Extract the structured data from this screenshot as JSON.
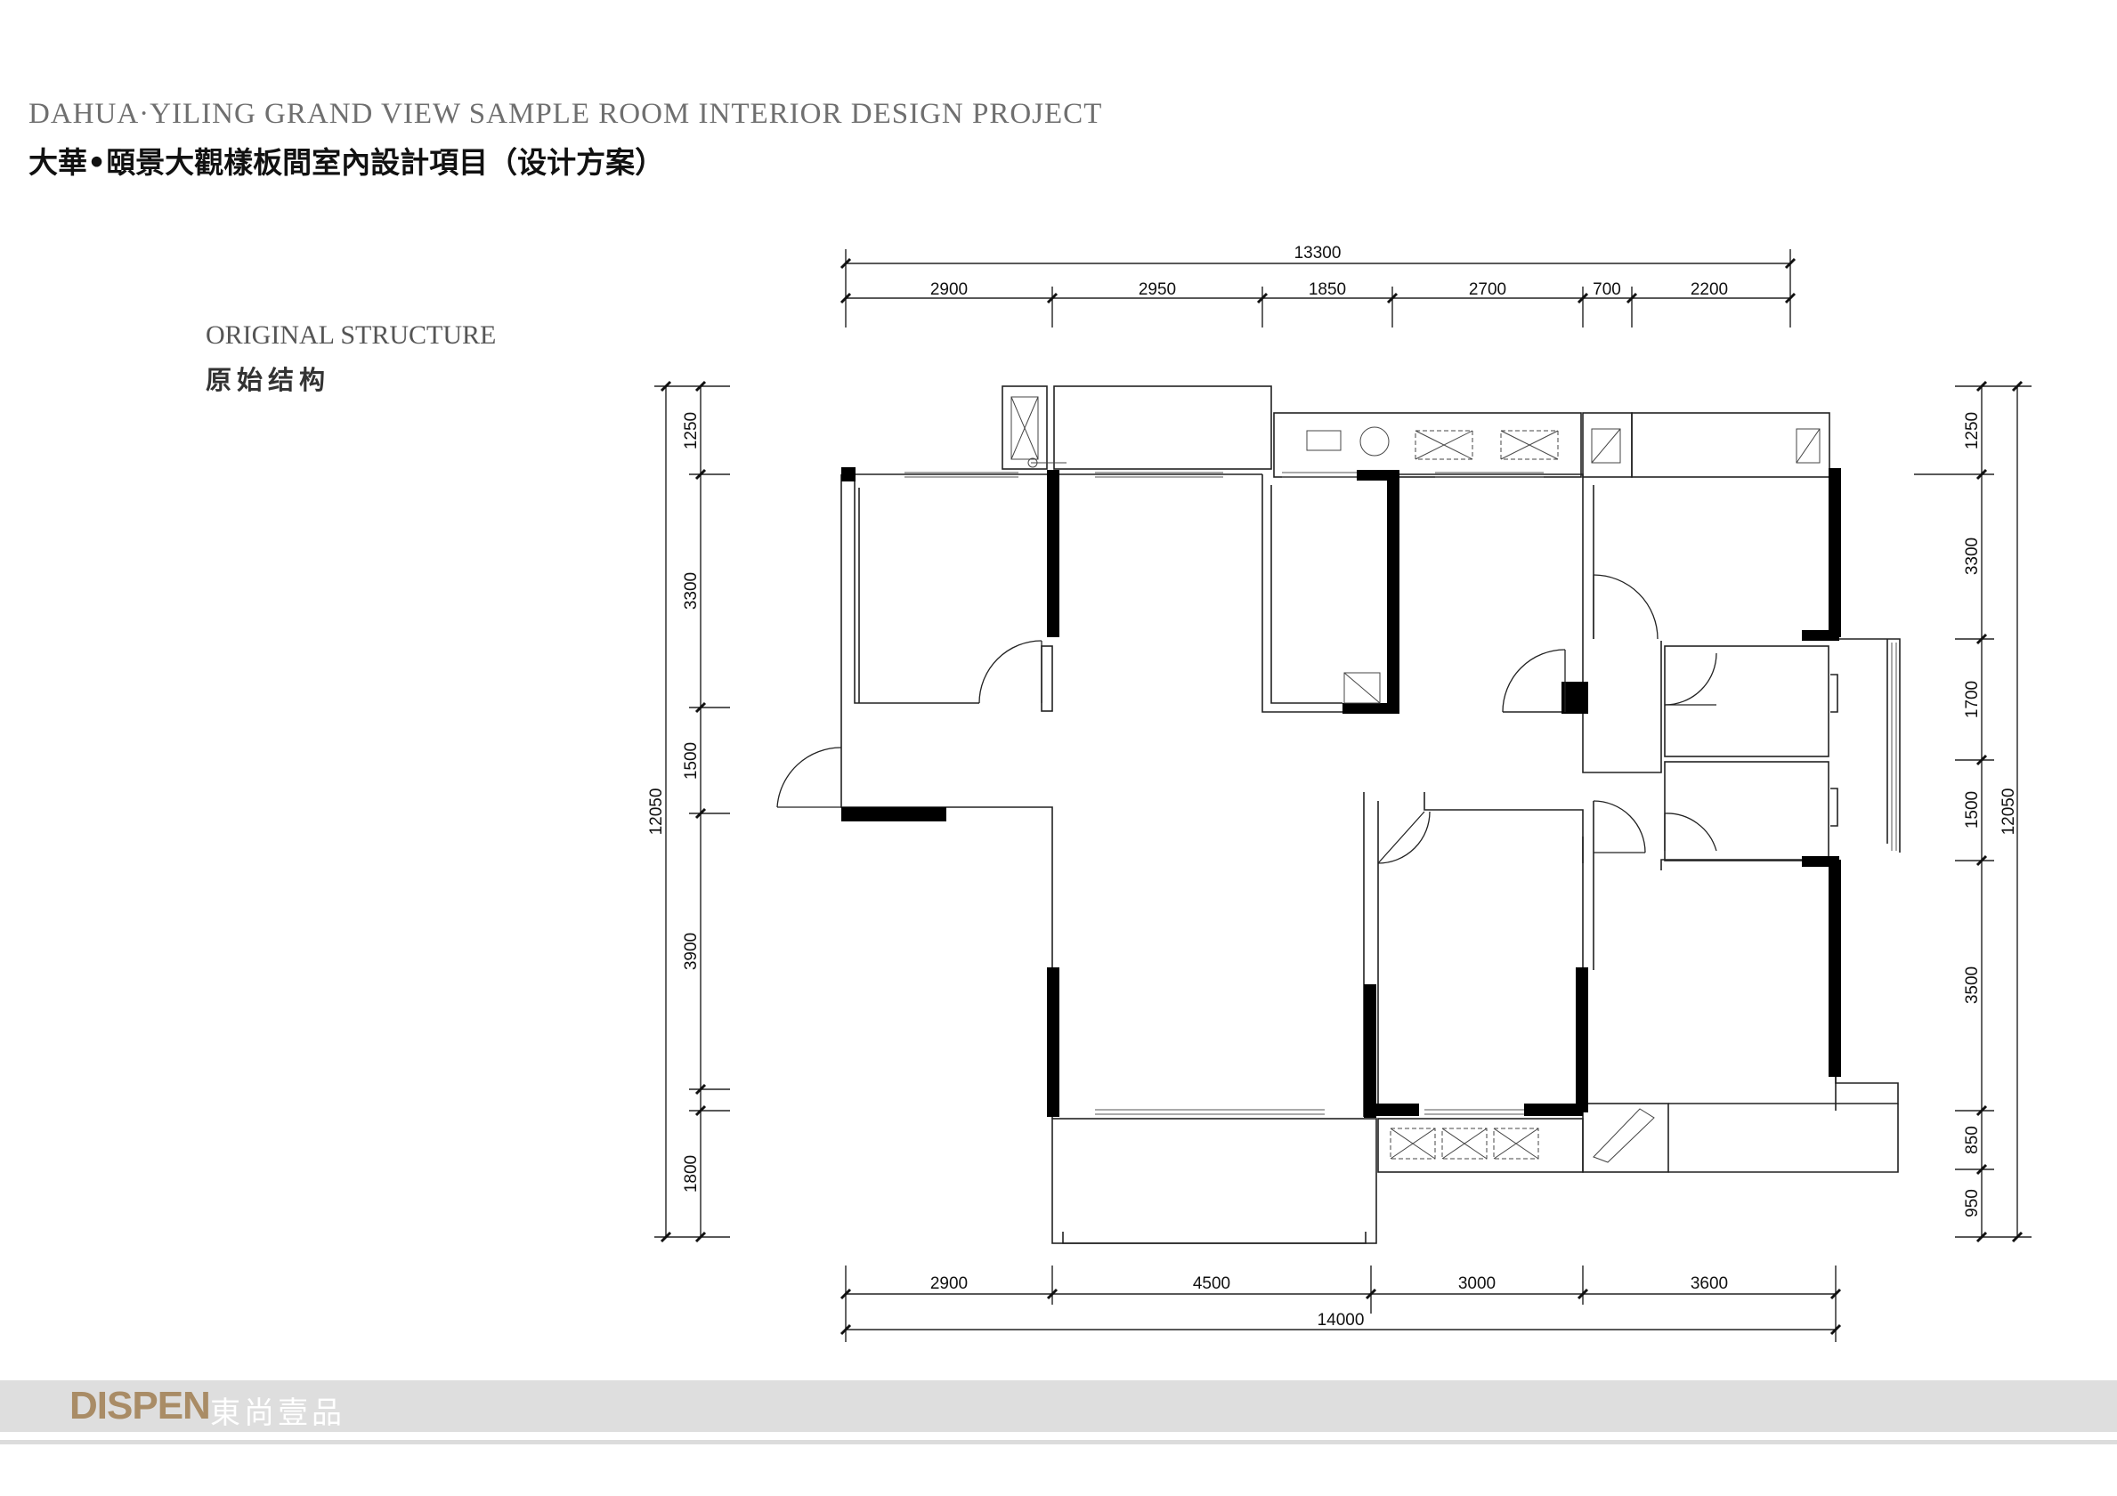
{
  "header": {
    "title_en": "DAHUA·YILING GRAND VIEW SAMPLE ROOM INTERIOR DESIGN PROJECT",
    "title_cn": "大華•頤景大觀樣板間室內設計項目（设计方案）"
  },
  "section": {
    "title_en": "ORIGINAL STRUCTURE",
    "title_cn": "原始结构"
  },
  "dimensions": {
    "top_total": "13300",
    "top_segments": [
      "2900",
      "2950",
      "1850",
      "2700",
      "700",
      "2200"
    ],
    "bottom_segments": [
      "2900",
      "4500",
      "3000",
      "3600"
    ],
    "bottom_total": "14000",
    "left_segments": [
      "1250",
      "3300",
      "1500",
      "3900",
      "1800"
    ],
    "left_total": "12050",
    "right_segments": [
      "1250",
      "3300",
      "1700",
      "1500",
      "3500",
      "850",
      "950"
    ],
    "right_total": "12050"
  },
  "footer": {
    "logo": "DISPEN",
    "brand_cn": "東尚壹品"
  }
}
